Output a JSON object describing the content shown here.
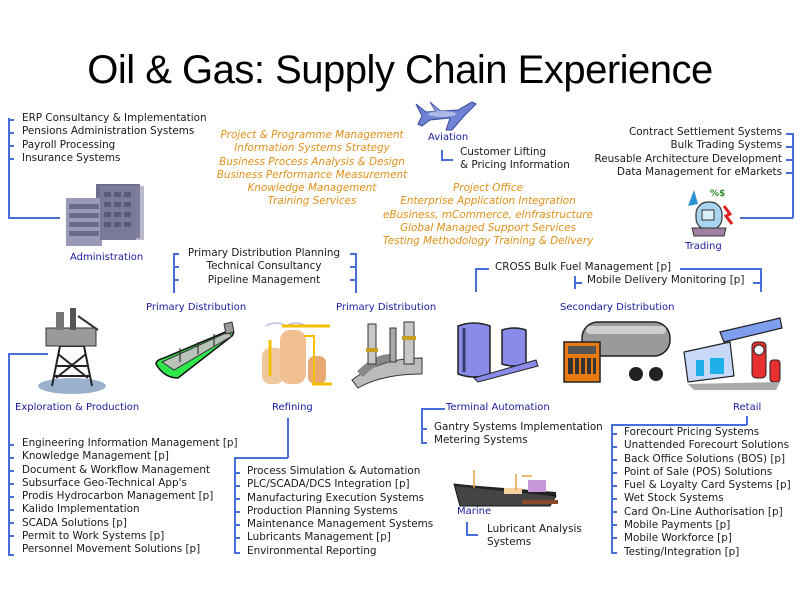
{
  "title": "Oil & Gas: Supply Chain Experience",
  "colors": {
    "connector": "#4a6ed8",
    "node_label": "#1a1aa0",
    "consulting_text": "#e0901a",
    "service_text": "#1a1a1a"
  },
  "nodes": {
    "administration": {
      "label": "Administration",
      "icon": "office-building-icon"
    },
    "aviation": {
      "label": "Aviation",
      "icon": "airplane-icon"
    },
    "trading": {
      "label": "Trading",
      "icon": "trading-machine-icon"
    },
    "primary_distribution_ship": {
      "label": "Primary Distribution",
      "icon": "tanker-ship-icon"
    },
    "primary_distribution_pipeline": {
      "label": "Primary Distribution",
      "icon": "pipeline-icon"
    },
    "secondary_distribution": {
      "label": "Secondary Distribution",
      "icon": "tanker-truck-icon"
    },
    "exploration_production": {
      "label": "Exploration & Production",
      "icon": "oil-rig-icon"
    },
    "refining": {
      "label": "Refining",
      "icon": "refinery-icon"
    },
    "terminal_automation": {
      "label": "Terminal Automation",
      "icon": "storage-tanks-icon"
    },
    "retail": {
      "label": "Retail",
      "icon": "gas-station-icon"
    },
    "marine": {
      "label": "Marine",
      "icon": "cargo-ship-icon"
    }
  },
  "administration_services": [
    "ERP Consultancy & Implementation",
    "Pensions Administration Systems",
    "Payroll Processing",
    "Insurance Systems"
  ],
  "aviation_services": [
    "Customer Lifting",
    "& Pricing Information"
  ],
  "trading_services": [
    "Contract Settlement  Systems",
    "Bulk Trading Systems",
    "Reusable Architecture  Development",
    "Data Management  for eMarkets"
  ],
  "consulting_services_left": [
    "Project & Programme  Management",
    "Information Systems Strategy",
    "Business Process Analysis & Design",
    "Business Performance  Measurement",
    "Knowledge Management",
    "Training Services"
  ],
  "consulting_services_right": [
    "Project Office",
    "Enterprise Application Integration",
    "eBusiness, mCommerce,  eInfrastructure",
    "Global Managed Support Services",
    "Testing Methodology  Training & Delivery"
  ],
  "primary_distribution_services": [
    "Primary Distribution Planning",
    "Technical Consultancy",
    "Pipeline Management"
  ],
  "secondary_distribution_services": [
    "CROSS Bulk Fuel Management  [p]",
    "Mobile Delivery Monitoring  [p]"
  ],
  "exploration_services": [
    "Engineering Information Management  [p]",
    "Knowledge Management  [p]",
    "Document & Workflow Management",
    "Subsurface Geo-Technical  App's",
    "Prodis Hydrocarbon  Management  [p]",
    "Kalido Implementation",
    "SCADA Solutions [p]",
    "Permit to Work Systems [p]",
    "Personnel Movement Solutions [p]"
  ],
  "refining_services": [
    "Process Simulation  & Automation",
    "PLC/SCADA/DCS Integration [p]",
    "Manufacturing Execution Systems",
    "Production Planning Systems",
    "Maintenance  Management  Systems",
    "Lubricants Management  [p]",
    "Environmental  Reporting"
  ],
  "terminal_services": [
    "Gantry Systems Implementation",
    "Metering Systems"
  ],
  "marine_services": [
    "Lubricant Analysis",
    "Systems"
  ],
  "retail_services": [
    "Forecourt Pricing Systems",
    "Unattended  Forecourt Solutions",
    "Back Office Solutions (BOS) [p]",
    "Point of Sale (POS) Solutions",
    "Fuel & Loyalty Card Systems [p]",
    "Wet Stock Systems",
    "Card On-Line  Authorisation [p]",
    "Mobile Payments  [p]",
    "Mobile Workforce  [p]",
    "Testing/Integration  [p]"
  ]
}
